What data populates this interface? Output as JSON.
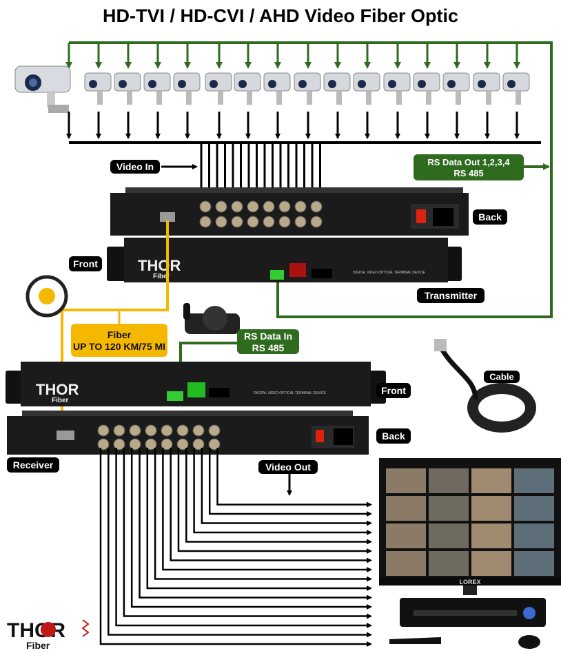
{
  "title": "HD-TVI / HD-CVI / AHD Video Fiber Optic",
  "labels": {
    "video_in": "Video In",
    "rs_data_out_line1": "RS Data Out 1,2,3,4",
    "rs_data_out_line2": "RS 485",
    "tx_back": "Back",
    "tx_front": "Front",
    "transmitter": "Transmitter",
    "fiber_line1": "Fiber",
    "fiber_line2": "UP TO 120 KM/75 MI",
    "rs_data_in_line1": "RS Data In",
    "rs_data_in_line2": "RS 485",
    "cable": "Cable",
    "rx_front": "Front",
    "rx_back": "Back",
    "receiver": "Receiver",
    "video_out": "Video Out"
  },
  "device": {
    "brand": "THOR",
    "brand_sub": "Fiber",
    "panel_text": "DIGITAL VIDEO OPTICAL TERMINAL DEVICE",
    "monitor_brand": "LOREX"
  },
  "colors": {
    "green": "#2e6b1f",
    "fiber": "#f5b800",
    "label_bg": "#000000",
    "device": "#1b1b1b"
  },
  "camera_count": 16,
  "channel_count": 16
}
